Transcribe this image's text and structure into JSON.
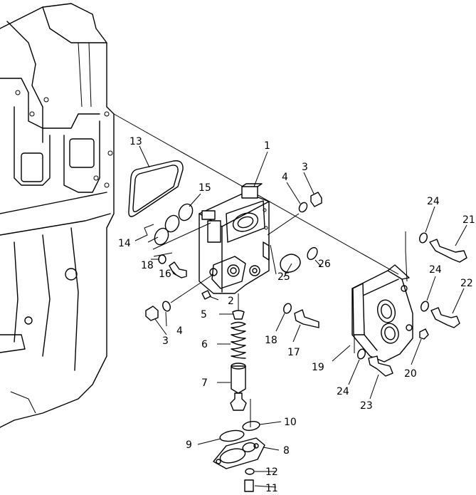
{
  "callouts": [
    {
      "id": "c1",
      "label": "1"
    },
    {
      "id": "c2",
      "label": "2"
    },
    {
      "id": "c3a",
      "label": "3"
    },
    {
      "id": "c3b",
      "label": "3"
    },
    {
      "id": "c4a",
      "label": "4"
    },
    {
      "id": "c4b",
      "label": "4"
    },
    {
      "id": "c5",
      "label": "5"
    },
    {
      "id": "c6",
      "label": "6"
    },
    {
      "id": "c7",
      "label": "7"
    },
    {
      "id": "c8",
      "label": "8"
    },
    {
      "id": "c9",
      "label": "9"
    },
    {
      "id": "c10",
      "label": "10"
    },
    {
      "id": "c11",
      "label": "11"
    },
    {
      "id": "c12",
      "label": "12"
    },
    {
      "id": "c13",
      "label": "13"
    },
    {
      "id": "c14",
      "label": "14"
    },
    {
      "id": "c15",
      "label": "15"
    },
    {
      "id": "c16",
      "label": "16"
    },
    {
      "id": "c17",
      "label": "17"
    },
    {
      "id": "c18a",
      "label": "18"
    },
    {
      "id": "c18b",
      "label": "18"
    },
    {
      "id": "c19",
      "label": "19"
    },
    {
      "id": "c20",
      "label": "20"
    },
    {
      "id": "c21",
      "label": "21"
    },
    {
      "id": "c22",
      "label": "22"
    },
    {
      "id": "c23",
      "label": "23"
    },
    {
      "id": "c24a",
      "label": "24"
    },
    {
      "id": "c24b",
      "label": "24"
    },
    {
      "id": "c24c",
      "label": "24"
    },
    {
      "id": "c25",
      "label": "25"
    },
    {
      "id": "c26",
      "label": "26"
    }
  ]
}
